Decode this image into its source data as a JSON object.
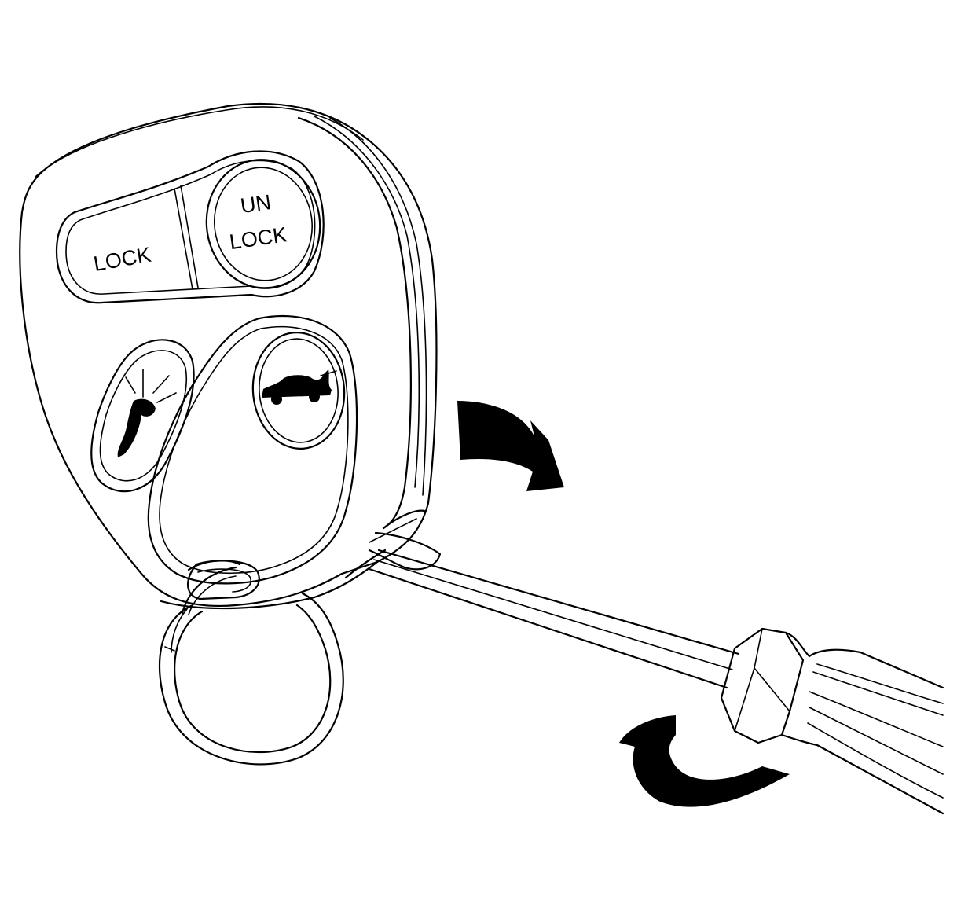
{
  "labels": {
    "lock": "LOCK",
    "unlock_line1": "UN",
    "unlock_line2": "LOCK"
  },
  "icons": {
    "panic": "panic-horn-icon",
    "trunk": "trunk-release-car-icon",
    "rotate_pry": "curved-arrow-icon",
    "rotate_twist": "curved-arrow-icon"
  },
  "colors": {
    "line": "#000000",
    "background": "#ffffff"
  }
}
